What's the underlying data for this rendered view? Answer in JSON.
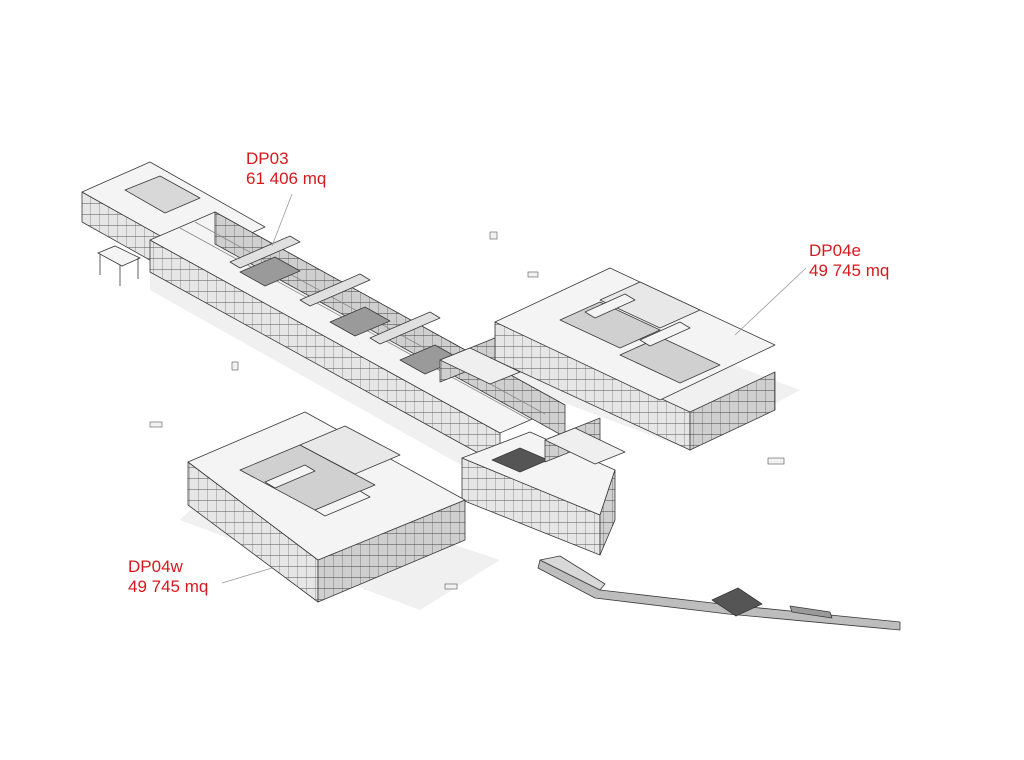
{
  "labels": {
    "dp03": {
      "name": "DP03",
      "area": "61 406 mq"
    },
    "dp04e": {
      "name": "DP04e",
      "area": "49 745 mq"
    },
    "dp04w": {
      "name": "DP04w",
      "area": "49 745 mq"
    }
  },
  "colors": {
    "label": "#d7191c",
    "roof": "#f4f4f4",
    "wall_left": "#e4e4e4",
    "wall_right": "#c9c9c9",
    "line": "#3a3a3a",
    "shadow": "#efefef",
    "leader": "#9a9a9a",
    "tunnel_dark": "#555555"
  }
}
